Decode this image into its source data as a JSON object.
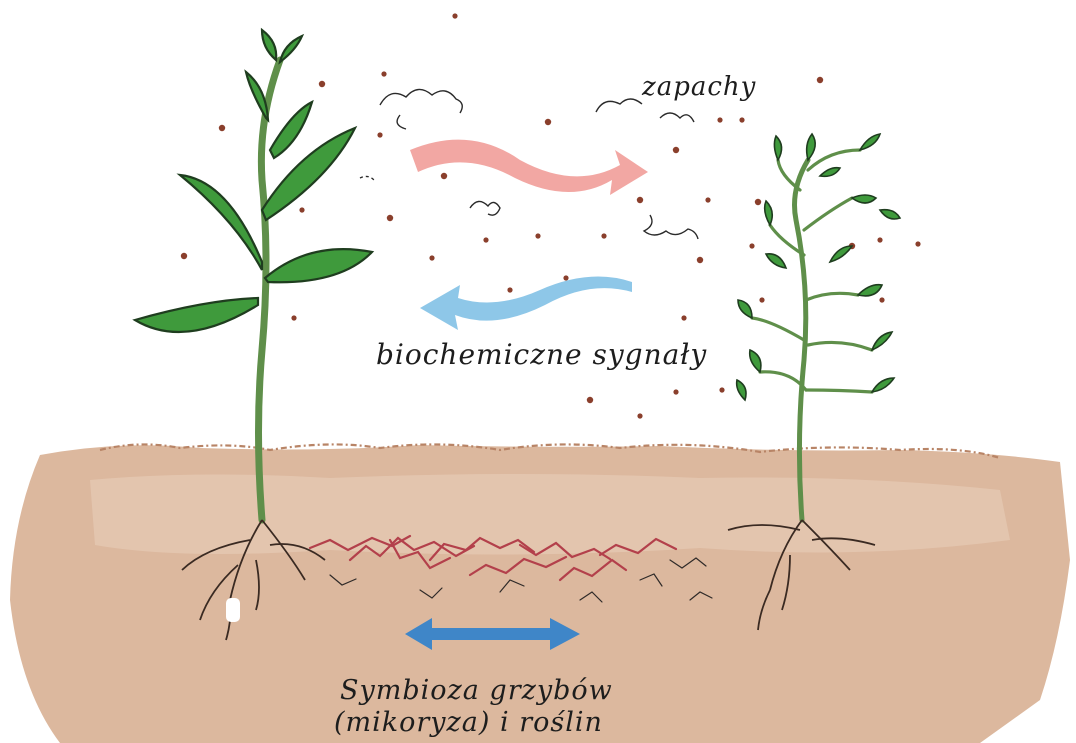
{
  "labels": {
    "smells": "zapachy",
    "signals": "biochemiczne sygnały",
    "symbiosis_line1": "Symbioza grzybów",
    "symbiosis_line2": "(mikoryza) i roślin"
  },
  "colors": {
    "soil": "#dcb89e",
    "soil_light": "#e9cfbb",
    "soil_dark": "#b88466",
    "stem": "#5f8f4a",
    "leaf": "#3f9a3c",
    "leaf_outline": "#1f3d1f",
    "mycelium": "#b3404b",
    "roots": "#3a2a22",
    "arrow_smell": "#f2a7a3",
    "arrow_signal": "#8ec7e8",
    "arrow_symbiosis": "#3f86c8",
    "dots": "#8a3f2c"
  },
  "icons": {
    "smell_arrow": "arrow-right-icon",
    "signal_arrow": "arrow-left-icon",
    "symbiosis_arrow": "double-arrow-icon"
  }
}
